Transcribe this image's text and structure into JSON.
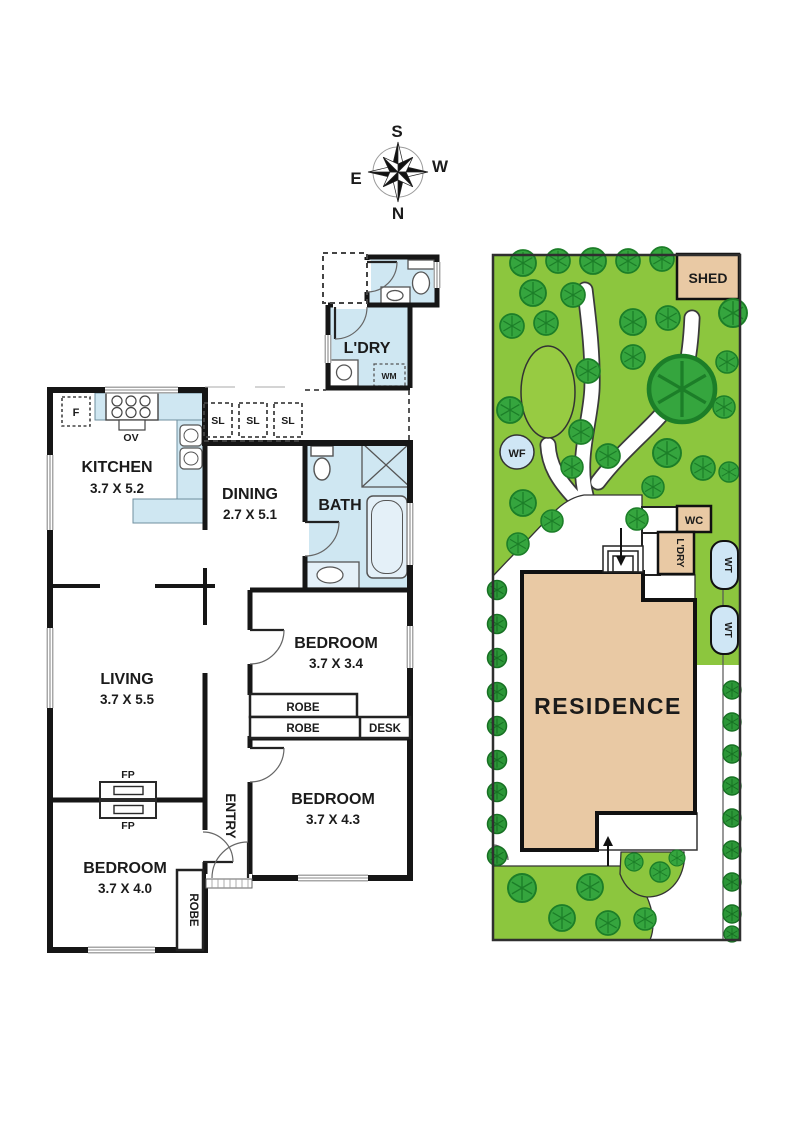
{
  "compass": {
    "s": "S",
    "n": "N",
    "e": "E",
    "w": "W"
  },
  "floor_plan": {
    "kitchen": {
      "name": "KITCHEN",
      "dims": "3.7 X 5.2"
    },
    "dining": {
      "name": "DINING",
      "dims": "2.7 X 5.1"
    },
    "bath": {
      "name": "BATH"
    },
    "laundry": {
      "name": "L'DRY"
    },
    "living": {
      "name": "LIVING",
      "dims": "3.7 X 5.5"
    },
    "bedroom1": {
      "name": "BEDROOM",
      "dims": "3.7 X 3.4"
    },
    "bedroom2": {
      "name": "BEDROOM",
      "dims": "3.7 X 4.3"
    },
    "bedroom3": {
      "name": "BEDROOM",
      "dims": "3.7 X 4.0"
    },
    "entry": {
      "name": "ENTRY"
    },
    "robe": "ROBE",
    "desk": "DESK",
    "fireplace": "FP",
    "fridge": "F",
    "oven": "OV",
    "washing_machine": "WM",
    "skylight": "SL"
  },
  "site_plan": {
    "shed": "SHED",
    "residence": "RESIDENCE",
    "water_feature": "WF",
    "wc": "WC",
    "laundry": "L'DRY",
    "water_tank": "WT"
  },
  "colors": {
    "room_fill": "#cfe7f2",
    "wall": "#161616",
    "grass": "#8cc63e",
    "tree": "#35a53e",
    "building_tan": "#e9c9a4",
    "water": "#cfe6f5"
  }
}
